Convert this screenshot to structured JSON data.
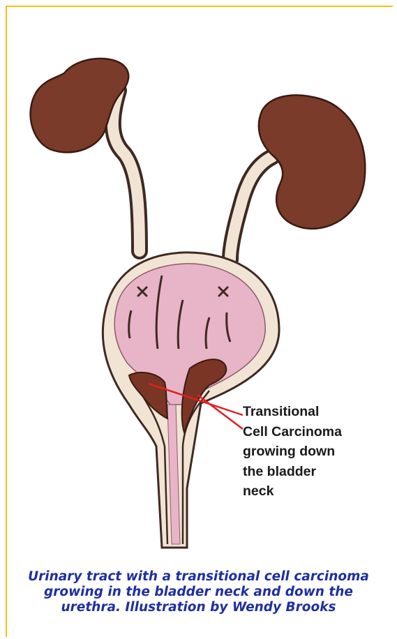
{
  "annotation": {
    "lines": [
      "Transitional",
      "Cell Carcinoma",
      "growing down",
      "the bladder",
      "neck"
    ]
  },
  "caption": {
    "text": "Urinary tract with a transitional cell carcinoma growing in the bladder neck and down the urethra. Illustration by Wendy Brooks"
  },
  "colors": {
    "frame_border": "#f4c20d",
    "kidney": "#7a3b2a",
    "bladder_fill": "#e8b4c8",
    "tumor": "#7a3525",
    "pointer_line": "#e02020",
    "caption_text": "#1f2fa0"
  }
}
